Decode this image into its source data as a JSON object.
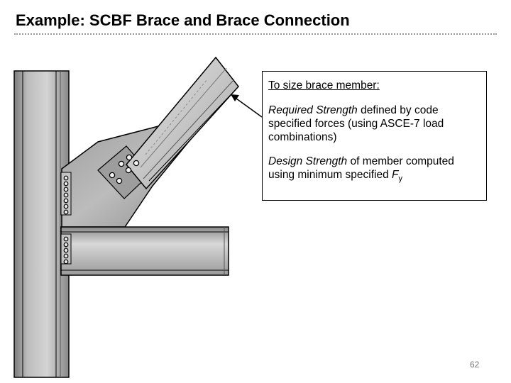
{
  "slide": {
    "title": "Example: SCBF Brace and Brace Connection",
    "page_number": "62"
  },
  "callout": {
    "heading": "To size brace member:",
    "required_strength": {
      "term": "Required Strength",
      "rest": " defined by code specified forces (using ASCE-7 load combinations)"
    },
    "design_strength": {
      "term": "Design Strength",
      "rest": " of member computed using minimum specified ",
      "symbol": "F",
      "subscript": "y"
    }
  },
  "colors": {
    "steel_light": "#dcdcdc",
    "steel_mid": "#a8a8a8",
    "steel_dark": "#6e6e6e",
    "outline": "#000000"
  }
}
